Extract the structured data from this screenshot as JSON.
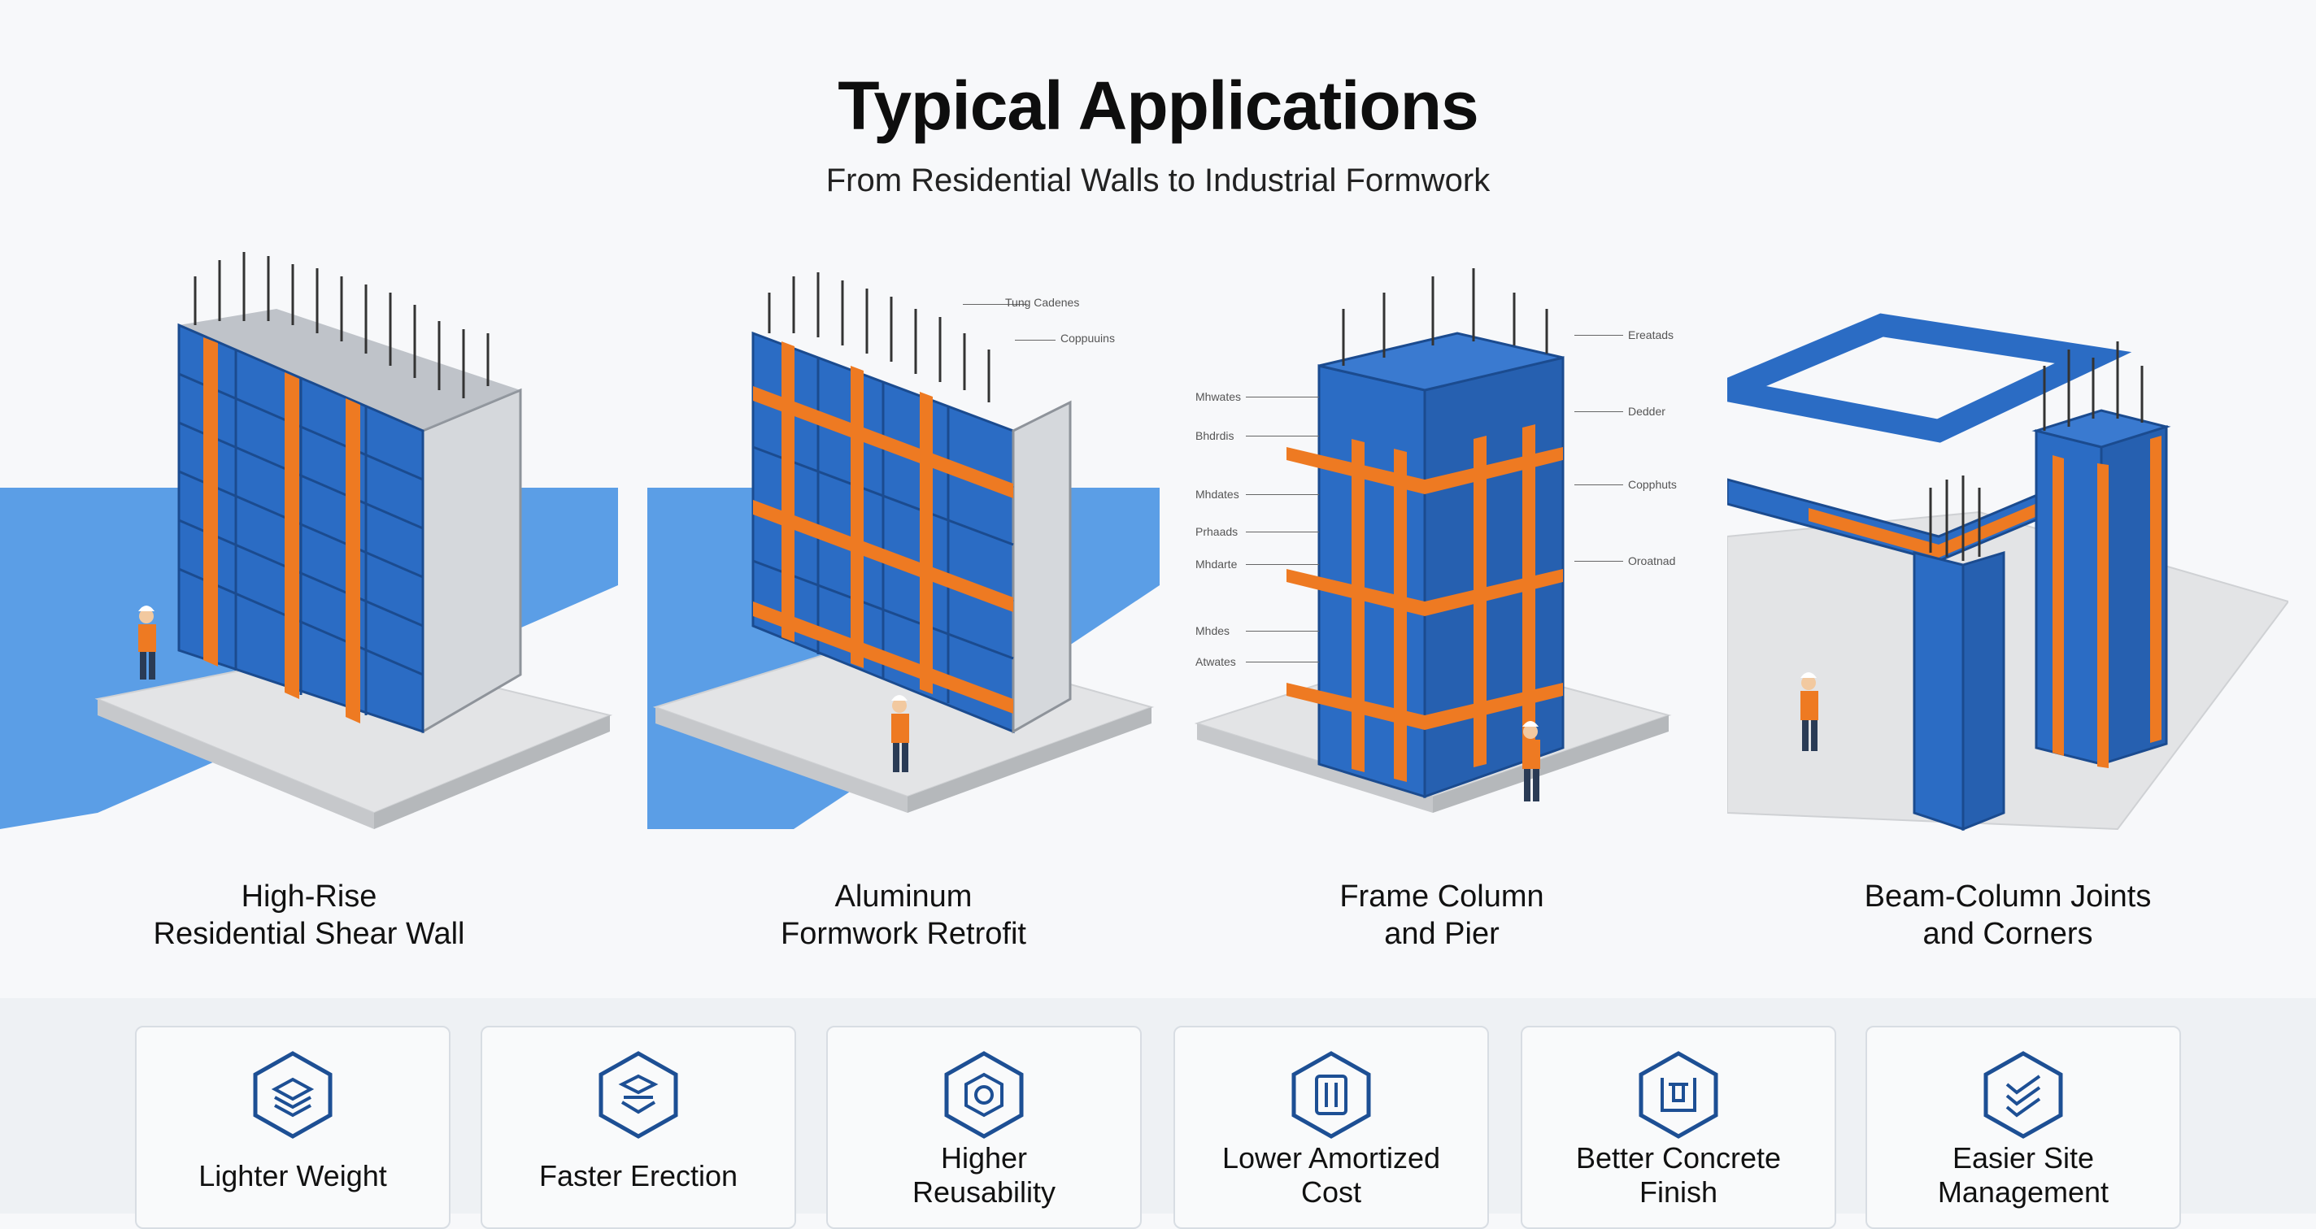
{
  "header": {
    "title": "Typical Applications",
    "subtitle": "From Residential Walls to Industrial Formwork"
  },
  "applications": [
    {
      "line1": "High-Rise",
      "line2": "Residential Shear Wall"
    },
    {
      "line1": "Aluminum",
      "line2": "Formwork Retrofit"
    },
    {
      "line1": "Frame Column",
      "line2": "and Pier"
    },
    {
      "line1": "Beam-Column Joints",
      "line2": "and Corners"
    }
  ],
  "callouts": {
    "panel2": [
      "Tung Cadenes",
      "Coppuuins"
    ],
    "panel3_left": [
      "Mhwates",
      "Bhdrdis",
      "Mhdates",
      "Prhaads",
      "Mhdarte",
      "Mhdes",
      "Atwates"
    ],
    "panel3_right": [
      "Ereatads",
      "Dedder",
      "Copphuts",
      "Oroatnad"
    ]
  },
  "benefits": [
    {
      "label": "Lighter Weight",
      "icon": "layers-icon"
    },
    {
      "label": "Faster Erection",
      "icon": "stack-speed-icon"
    },
    {
      "label": "Higher Reusability",
      "icon": "cycle-hex-icon"
    },
    {
      "label": "Lower Amortized Cost",
      "icon": "cost-column-icon"
    },
    {
      "label": "Better Concrete Finish",
      "icon": "finish-tray-icon"
    },
    {
      "label": "Easier Site Management",
      "icon": "checklist-icon"
    }
  ],
  "colors": {
    "accent_blue": "#1f5fad",
    "panel_blue": "#2b6cc4",
    "brace_orange": "#ee7a22",
    "icon_blue": "#1d4f94",
    "sky_blue": "#5b9ee6"
  }
}
